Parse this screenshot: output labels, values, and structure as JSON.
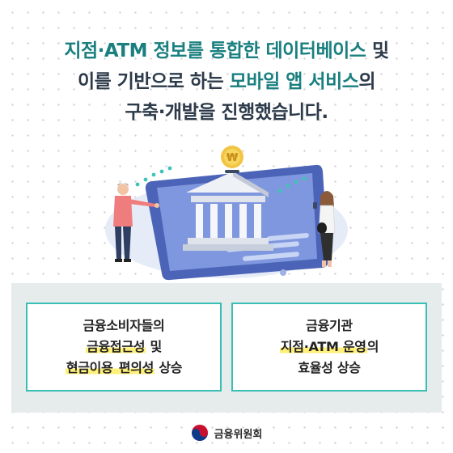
{
  "headline": {
    "line1_hl_a": "지점·ATM 정보를 통합한 데이터베이스",
    "line1_rest": " 및",
    "line2_pre": "이를 기반으로 하는 ",
    "line2_hl": "모바일 앱 서비스",
    "line2_post": "의",
    "line3": "구축·개발을 진행했습니다."
  },
  "illustration": {
    "coin_symbol": "₩"
  },
  "card_left": {
    "line1": "금융소비자들의",
    "line2_hl": "금융접근성",
    "line2_post": " 및",
    "line3_pre": "현금이용 ",
    "line3_hl": "편의성",
    "line3_post": " 상승"
  },
  "card_right": {
    "line1": "금융기관",
    "line2_hl": "지점·ATM 운영",
    "line2_post": "의",
    "line3": "효율성 상승"
  },
  "footer": {
    "org_name": "금융위원회",
    "logo_icon": "taegeuk-emblem-icon"
  },
  "colors": {
    "accent_teal": "#1a7f7f",
    "card_border": "#39bfb5",
    "highlight_yellow": "#fff07a",
    "phone_blue": "#5b74c9",
    "panel_bg": "#e5eceb"
  }
}
